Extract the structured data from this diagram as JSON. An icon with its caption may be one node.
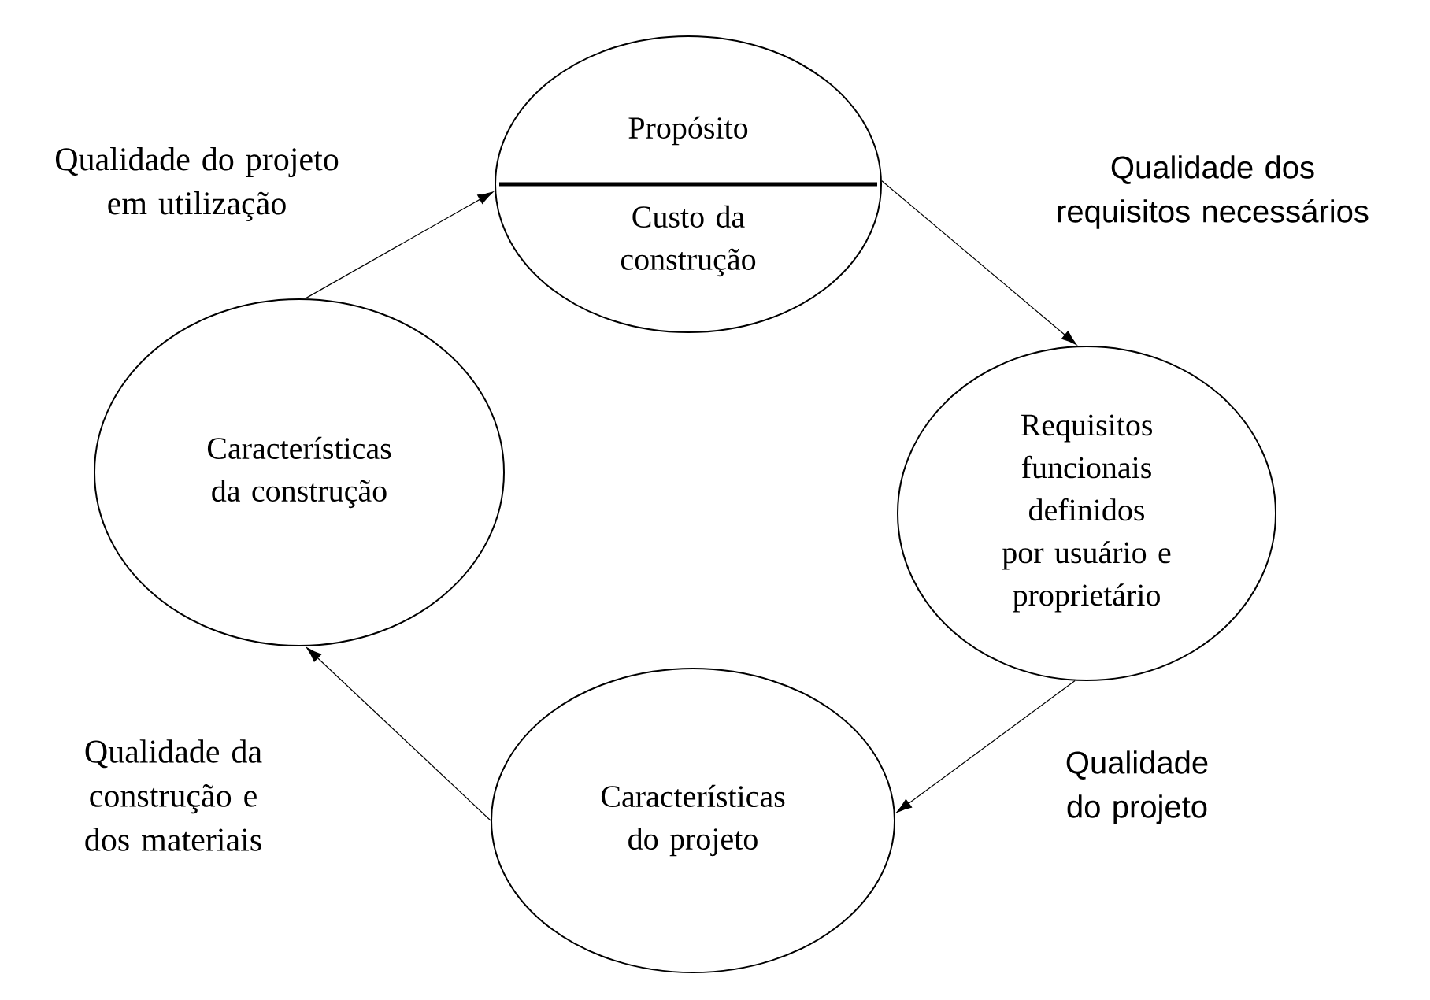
{
  "diagram": {
    "nodes": [
      {
        "text": [
          "Propósito",
          "Custo da construção"
        ]
      },
      {
        "text": [
          "Requisitos funcionais definidos por usuário e proprietário"
        ]
      },
      {
        "text": [
          "Características do projeto"
        ]
      },
      {
        "text": [
          "Características da construção"
        ]
      }
    ],
    "edges": [
      {
        "from": 0,
        "to": 1,
        "arrow": "to",
        "label": "Qualidade dos requisitos necessários"
      },
      {
        "from": 1,
        "to": 2,
        "arrow": "to",
        "label": "Qualidade do projeto"
      },
      {
        "from": 2,
        "to": 3,
        "arrow": "to",
        "label": "Qualidade da construção e dos materiais"
      },
      {
        "from": 3,
        "to": 0,
        "arrow": "to",
        "label": "Qualidade do projeto em utilização"
      }
    ]
  }
}
